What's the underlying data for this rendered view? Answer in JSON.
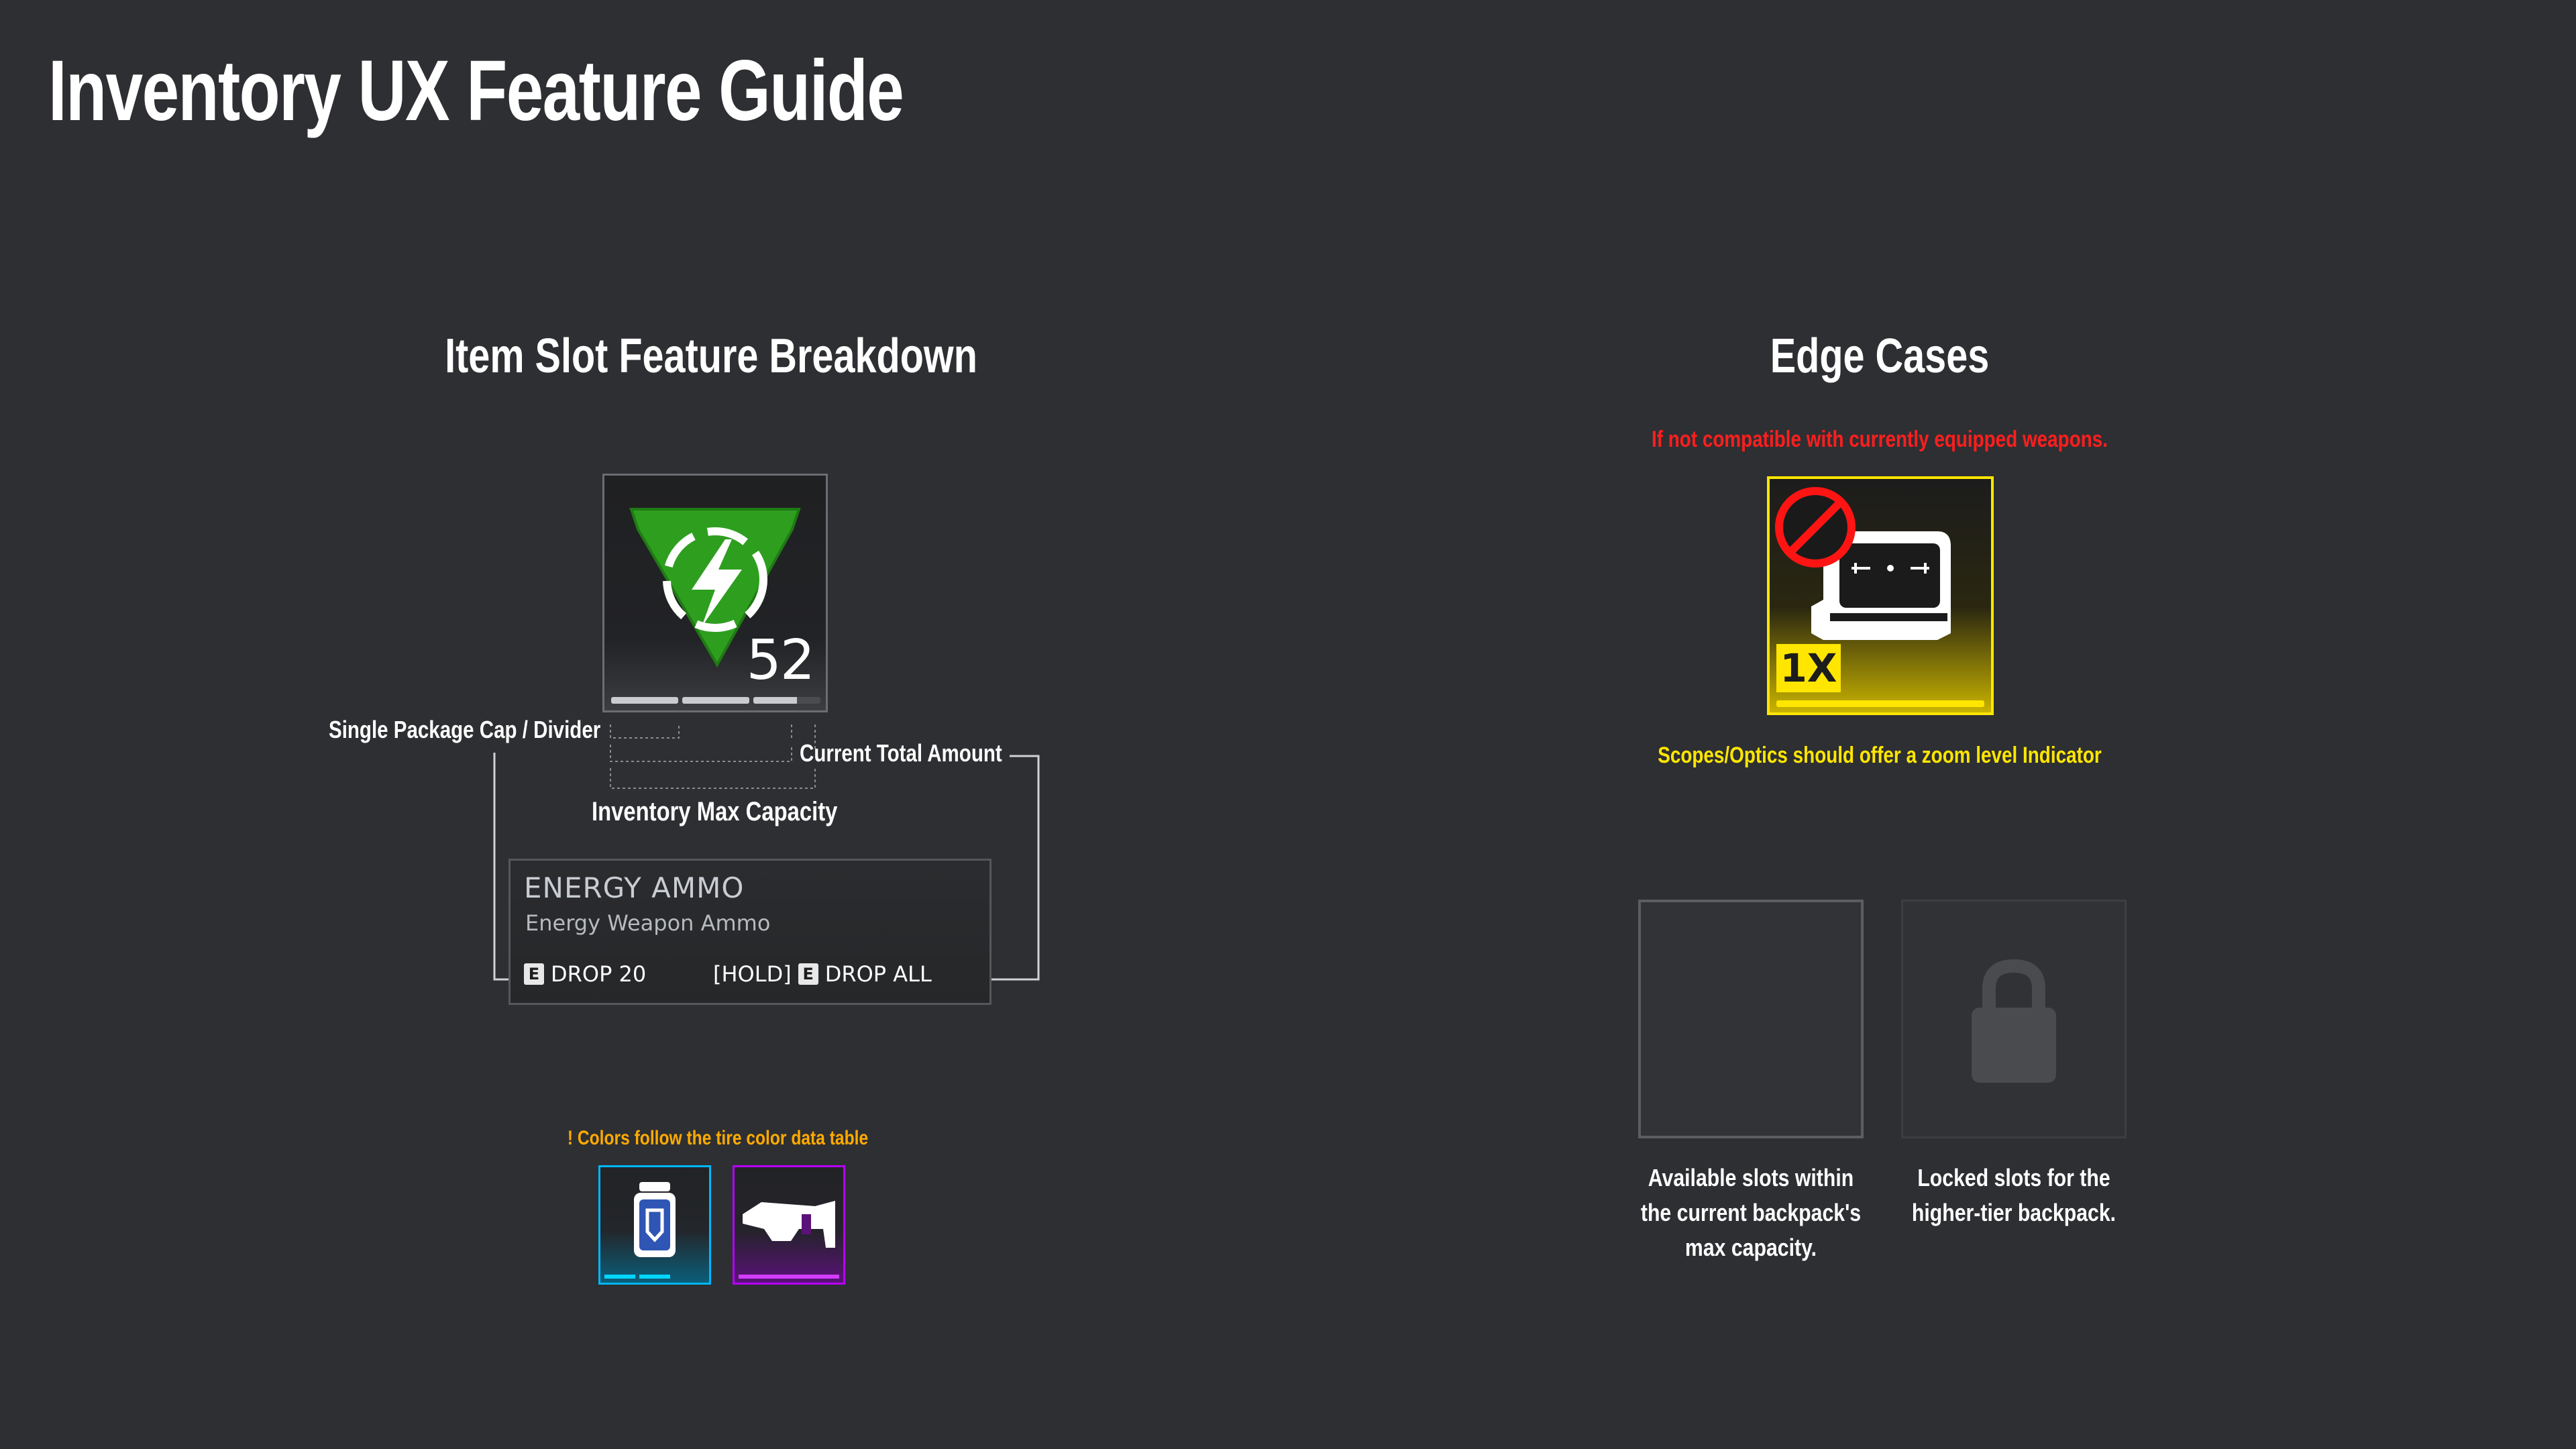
{
  "page": {
    "title": "Inventory UX Feature Guide"
  },
  "left_section": {
    "title": "Item Slot Feature Breakdown",
    "slot_count": "52",
    "annotations": {
      "single_cap": "Single Package Cap / Divider",
      "current_total": "Current Total Amount",
      "max_capacity": "Inventory Max Capacity"
    },
    "info_panel": {
      "title": "ENERGY AMMO",
      "subtitle": "Energy Weapon Ammo",
      "key": "E",
      "drop_label": "DROP 20",
      "hold_label": "[HOLD]",
      "drop_all_label": "DROP ALL"
    },
    "tier_note": "! Colors follow the tire color data table",
    "colors": {
      "energy_green": "#2e9e1f",
      "tier_blue": "#00b7ff",
      "tier_purple": "#b600ff",
      "note_orange": "#ffaa00"
    }
  },
  "right_section": {
    "title": "Edge Cases",
    "warning": "If not compatible with currently equipped weapons.",
    "zoom_badge": "1X",
    "zoom_note": "Scopes/Optics should offer a zoom level Indicator",
    "available_caption": "Available slots within the current backpack's max capacity.",
    "locked_caption": "Locked slots for the higher-tier backpack.",
    "colors": {
      "warning_red": "#ff1e1e",
      "legendary_yellow": "#ffe600"
    }
  }
}
